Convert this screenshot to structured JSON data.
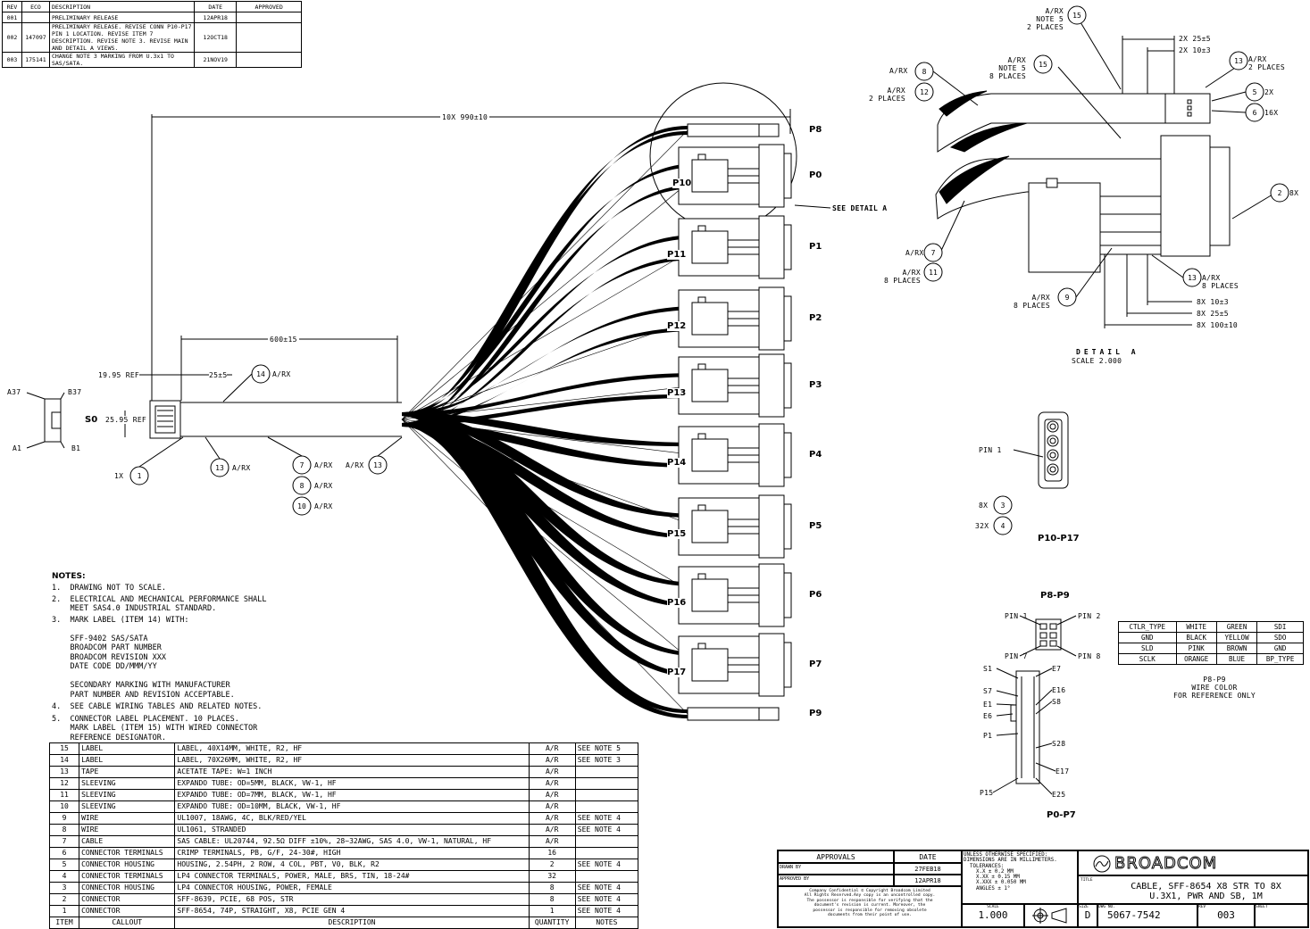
{
  "revision_table": {
    "headers": [
      "REV",
      "ECO",
      "DESCRIPTION",
      "DATE",
      "APPROVED"
    ],
    "rows": [
      [
        "001",
        "",
        "PRELIMINARY RELEASE",
        "12APR18",
        ""
      ],
      [
        "002",
        "147097",
        "PRELIMINARY RELEASE. REVISE CONN P10-P17 PIN 1 LOCATION. REVISE ITEM 7 DESCRIPTION. REVISE NOTE 3. REVISE MAIN AND DETAIL A VIEWS.",
        "12OCT18",
        ""
      ],
      [
        "003",
        "175141",
        "CHANGE NOTE 3 MARKING FROM U.3x1 TO SAS/SATA.",
        "21NOV19",
        ""
      ]
    ]
  },
  "main_view": {
    "dim_length": "10X 990±10",
    "dim_600": "600±15",
    "dim_1995": "19.95 REF",
    "dim_25": "25±5",
    "dim_2595": "25.95 REF",
    "see_detail": "SEE DETAIL A",
    "s0": "S0",
    "a37": "A37",
    "b37": "B37",
    "a1": "A1",
    "b1": "B1",
    "connectors_right": [
      "P8",
      "P0",
      "P1",
      "P2",
      "P3",
      "P4",
      "P5",
      "P6",
      "P7",
      "P9"
    ],
    "connectors_inner": [
      "P10",
      "P11",
      "P12",
      "P13",
      "P14",
      "P15",
      "P16",
      "P17"
    ],
    "balloons": [
      {
        "n": "1",
        "label": "1X"
      },
      {
        "n": "13",
        "label": "A/RX"
      },
      {
        "n": "7",
        "label": "A/RX"
      },
      {
        "n": "8",
        "label": "A/RX"
      },
      {
        "n": "10",
        "label": "A/RX"
      },
      {
        "n": "13",
        "label": "A/RX"
      },
      {
        "n": "14",
        "label": "A/RX"
      }
    ]
  },
  "detail_a": {
    "title": "DETAIL A",
    "scale": "SCALE 2.000",
    "dims": [
      "2X 25±5",
      "2X 10±3",
      "8X 10±3",
      "8X 25±5",
      "8X 100±10"
    ],
    "labels": {
      "b15a": "A/RX\nNOTE 5\n2 PLACES",
      "b15b": "A/RX\nNOTE 5\n8 PLACES",
      "b8": "A/RX",
      "b12": "A/RX\n2 PLACES",
      "b13a": "A/RX\n2 PLACES",
      "b5": "2X",
      "b6": "16X",
      "b2": "8X",
      "b7": "A/RX",
      "b11": "A/RX\n8 PLACES",
      "b9": "A/RX\n8 PLACES",
      "b13b": "A/RX\n8 PLACES"
    }
  },
  "p10_p17": {
    "title": "P10-P17",
    "pin1": "PIN 1",
    "b3": "8X",
    "b4": "32X"
  },
  "p8_p9": {
    "title": "P8-P9",
    "pins": [
      "PIN 1",
      "PIN 2",
      "PIN 7",
      "PIN 8"
    ]
  },
  "p0_p7": {
    "title": "P0-P7",
    "left_labels": [
      "S1",
      "S7",
      "E1",
      "E6",
      "P1",
      "P15"
    ],
    "right_labels": [
      "E7",
      "E16",
      "S8",
      "S28",
      "E17",
      "E25"
    ]
  },
  "wire_color": {
    "rows": [
      [
        "CTLR_TYPE",
        "WHITE",
        "GREEN",
        "SDI"
      ],
      [
        "GND",
        "BLACK",
        "YELLOW",
        "SDO"
      ],
      [
        "SLD",
        "PINK",
        "BROWN",
        "GND"
      ],
      [
        "SCLK",
        "ORANGE",
        "BLUE",
        "BP_TYPE"
      ]
    ],
    "caption1": "P8-P9",
    "caption2": "WIRE COLOR",
    "caption3": "FOR REFERENCE ONLY"
  },
  "notes": {
    "title": "NOTES:",
    "items": [
      "1.  DRAWING NOT TO SCALE.",
      "2.  ELECTRICAL AND MECHANICAL PERFORMANCE SHALL\n    MEET SAS4.0 INDUSTRIAL STANDARD.",
      "3.  MARK LABEL (ITEM 14) WITH:\n\n    SFF-9402 SAS/SATA\n    BROADCOM PART NUMBER\n    BROADCOM REVISION XXX\n    DATE CODE DD/MMM/YY\n\n    SECONDARY MARKING WITH MANUFACTURER\n    PART NUMBER AND REVISION ACCEPTABLE.",
      "4.  SEE CABLE WIRING TABLES AND RELATED NOTES.",
      "5.  CONNECTOR LABEL PLACEMENT. 10 PLACES.\n    MARK LABEL (ITEM 15) WITH WIRED CONNECTOR\n    REFERENCE DESIGNATOR."
    ]
  },
  "bom": {
    "rows": [
      [
        "15",
        "LABEL",
        "LABEL, 40X14MM, WHITE, R2, HF",
        "A/R",
        "SEE NOTE 5"
      ],
      [
        "14",
        "LABEL",
        "LABEL, 70X26MM, WHITE, R2, HF",
        "A/R",
        "SEE NOTE 3"
      ],
      [
        "13",
        "TAPE",
        "ACETATE TAPE: W=1 INCH",
        "A/R",
        ""
      ],
      [
        "12",
        "SLEEVING",
        "EXPANDO TUBE: OD=5MM, BLACK, VW-1, HF",
        "A/R",
        ""
      ],
      [
        "11",
        "SLEEVING",
        "EXPANDO TUBE: OD=7MM, BLACK, VW-1, HF",
        "A/R",
        ""
      ],
      [
        "10",
        "SLEEVING",
        "EXPANDO TUBE: OD=10MM, BLACK, VW-1, HF",
        "A/R",
        ""
      ],
      [
        "9",
        "WIRE",
        "UL1007, 18AWG, 4C, BLK/RED/YEL",
        "A/R",
        "SEE NOTE 4"
      ],
      [
        "8",
        "WIRE",
        "UL1061, STRANDED",
        "A/R",
        "SEE NOTE 4"
      ],
      [
        "7",
        "CABLE",
        "SAS CABLE: UL20744, 92.5Ω DIFF ±10%, 28~32AWG, SAS 4.0, VW-1, NATURAL, HF",
        "A/R",
        ""
      ],
      [
        "6",
        "CONNECTOR TERMINALS",
        "CRIMP TERMINALS, PB, G/F, 24-30#, HIGH",
        "16",
        ""
      ],
      [
        "5",
        "CONNECTOR HOUSING",
        "HOUSING, 2.54PH, 2 ROW, 4 COL, PBT, V0, BLK, R2",
        "2",
        "SEE NOTE 4"
      ],
      [
        "4",
        "CONNECTOR TERMINALS",
        "LP4 CONNECTOR TERMINALS, POWER, MALE, BRS, TIN, 18-24#",
        "32",
        ""
      ],
      [
        "3",
        "CONNECTOR HOUSING",
        "LP4 CONNECTOR HOUSING, POWER, FEMALE",
        "8",
        "SEE NOTE 4"
      ],
      [
        "2",
        "CONNECTOR",
        "SFF-8639, PCIE, 68 POS, STR",
        "8",
        "SEE NOTE 4"
      ],
      [
        "1",
        "CONNECTOR",
        "SFF-8654, 74P, STRAIGHT, X8, PCIE GEN 4",
        "1",
        "SEE NOTE 4"
      ]
    ],
    "footer": [
      "ITEM",
      "CALLOUT",
      "DESCRIPTION",
      "QUANTITY",
      "NOTES"
    ]
  },
  "title_block": {
    "approvals": "APPROVALS",
    "date": "DATE",
    "drawn_by": "DRAWN BY",
    "drawn_date": "27FEB18",
    "approved_by": "APPROVED BY",
    "approved_date": "12APR18",
    "confidential": "Company Confidential © Copyright Broadcom Limited\nAll Rights Reserved.Any copy is an uncontrolled copy.\nThe possessor is responsible for verifying that the\ndocument's revision is current. Moreover, the\npossessor is responsible for removing obsolete\ndocuments from their point of use.",
    "tolerances": "UNLESS OTHERWISE SPECIFIED:\nDIMENSIONS ARE IN MILLIMETERS.\n  TOLERANCES:\n    X.X ± 0.2 MM\n    X.XX ± 0.15 MM\n    X.XXX ± 0.050 MM\n    ANGLES ± 1°",
    "scale_label": "SCALE",
    "scale": "1.000",
    "logo": "BROADCOM",
    "title_label": "TITLE",
    "title": "CABLE, SFF-8654 X8 STR TO 8X\nU.3X1, PWR AND SB, 1M",
    "size_label": "SIZE",
    "size": "D",
    "dwg_label": "DWG NO.",
    "dwg": "5067-7542",
    "rev_label": "REV",
    "rev": "003",
    "sheet_label": "SHEET"
  }
}
